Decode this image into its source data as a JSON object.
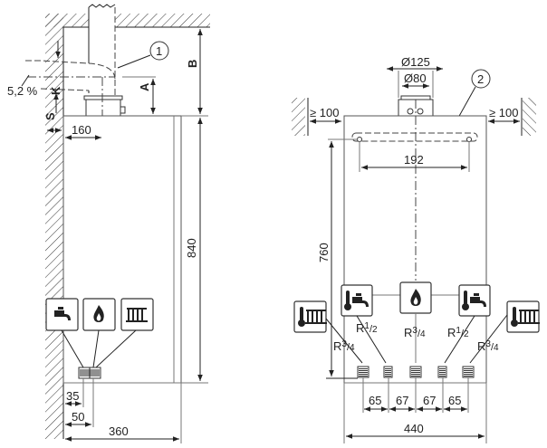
{
  "side_view": {
    "callout_1": "1",
    "slope": "5,2 %",
    "labels": {
      "A": "A",
      "B": "B",
      "K": "K",
      "S": "S"
    },
    "dims": {
      "d160": "160",
      "d840": "840",
      "d35": "35",
      "d50": "50",
      "d360": "360"
    },
    "icons": [
      "hot-water-tap-icon",
      "gas-flame-icon",
      "radiator-icon"
    ]
  },
  "front_view": {
    "callout_2": "2",
    "dims": {
      "d125": "Ø125",
      "d80": "Ø80",
      "clear_left": "≥ 100",
      "clear_right": "≥ 100",
      "d192": "192",
      "d760": "760",
      "spacing": [
        "65",
        "67",
        "67",
        "65"
      ],
      "d440": "440"
    },
    "connections": [
      {
        "icon": "heating-flow-icon",
        "thread": "R",
        "size_num": "3",
        "size_den": "4"
      },
      {
        "icon": "hot-water-icon",
        "thread": "R",
        "size_num": "1",
        "size_den": "2"
      },
      {
        "icon": "gas-flame-icon",
        "thread": "R",
        "size_num": "3",
        "size_den": "4"
      },
      {
        "icon": "cold-water-icon",
        "thread": "R",
        "size_num": "1",
        "size_den": "2"
      },
      {
        "icon": "heating-return-icon",
        "thread": "R",
        "size_num": "3",
        "size_den": "4"
      }
    ]
  }
}
